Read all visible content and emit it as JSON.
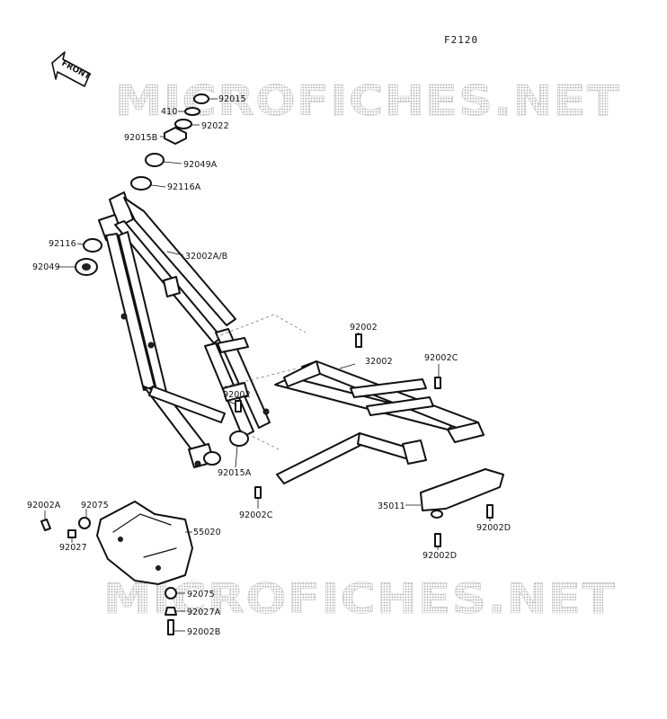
{
  "diagram": {
    "code": "F2120",
    "watermarks": [
      "MICROFICHES.NET",
      "MICROFICHES.NET"
    ],
    "front_label": "FRONT",
    "labels": [
      {
        "id": "l-92015",
        "text": "92015"
      },
      {
        "id": "l-410",
        "text": "410"
      },
      {
        "id": "l-92022",
        "text": "92022"
      },
      {
        "id": "l-92015B",
        "text": "92015B"
      },
      {
        "id": "l-92049A",
        "text": "92049A"
      },
      {
        "id": "l-92116A",
        "text": "92116A"
      },
      {
        "id": "l-92116",
        "text": "92116"
      },
      {
        "id": "l-32002AB",
        "text": "32002A/B"
      },
      {
        "id": "l-92049",
        "text": "92049"
      },
      {
        "id": "l-92002-top",
        "text": "92002"
      },
      {
        "id": "l-32002",
        "text": "32002"
      },
      {
        "id": "l-92002C-right",
        "text": "92002C"
      },
      {
        "id": "l-92002-mid",
        "text": "92002"
      },
      {
        "id": "l-92015A",
        "text": "92015A"
      },
      {
        "id": "l-92002C-low",
        "text": "92002C"
      },
      {
        "id": "l-35011",
        "text": "35011"
      },
      {
        "id": "l-92002D-right",
        "text": "92002D"
      },
      {
        "id": "l-92002D-low",
        "text": "92002D"
      },
      {
        "id": "l-92002A",
        "text": "92002A"
      },
      {
        "id": "l-92075-top",
        "text": "92075"
      },
      {
        "id": "l-55020",
        "text": "55020"
      },
      {
        "id": "l-92027",
        "text": "92027"
      },
      {
        "id": "l-92075-low",
        "text": "92075"
      },
      {
        "id": "l-92027A",
        "text": "92027A"
      },
      {
        "id": "l-92002B",
        "text": "92002B"
      }
    ]
  }
}
